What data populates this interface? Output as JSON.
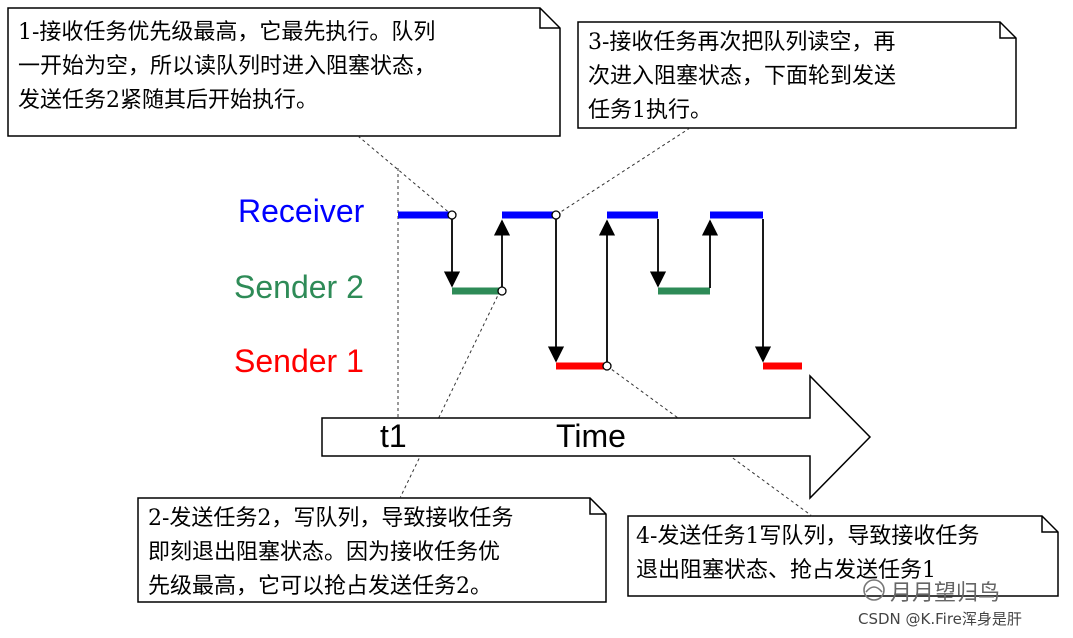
{
  "notes": [
    {
      "id": "note1",
      "text": "1-接收任务优先级最高，它最先执行。队列\n一开始为空，所以读队列时进入阻塞状态，\n发送任务2紧随其后开始执行。"
    },
    {
      "id": "note2",
      "text": "2-发送任务2，写队列，导致接收任务\n即刻退出阻塞状态。因为接收任务优\n先级最高，它可以抢占发送任务2。"
    },
    {
      "id": "note3",
      "text": "3-接收任务再次把队列读空，再\n次进入阻塞状态，下面轮到发送\n任务1执行。"
    },
    {
      "id": "note4",
      "text": "4-发送任务1写队列，导致接收任务\n退出阻塞状态、抢占发送任务1"
    }
  ],
  "lanes": {
    "receiver": {
      "label": "Receiver",
      "color": "#0000ff"
    },
    "sender2": {
      "label": "Sender 2",
      "color": "#2e8b57"
    },
    "sender1": {
      "label": "Sender 1",
      "color": "#ff0000"
    }
  },
  "axis": {
    "t1_label": "t1",
    "time_label": "Time"
  },
  "watermark": {
    "line1": "月月望归鸟",
    "line2": "CSDN @K.Fire浑身是肝"
  }
}
